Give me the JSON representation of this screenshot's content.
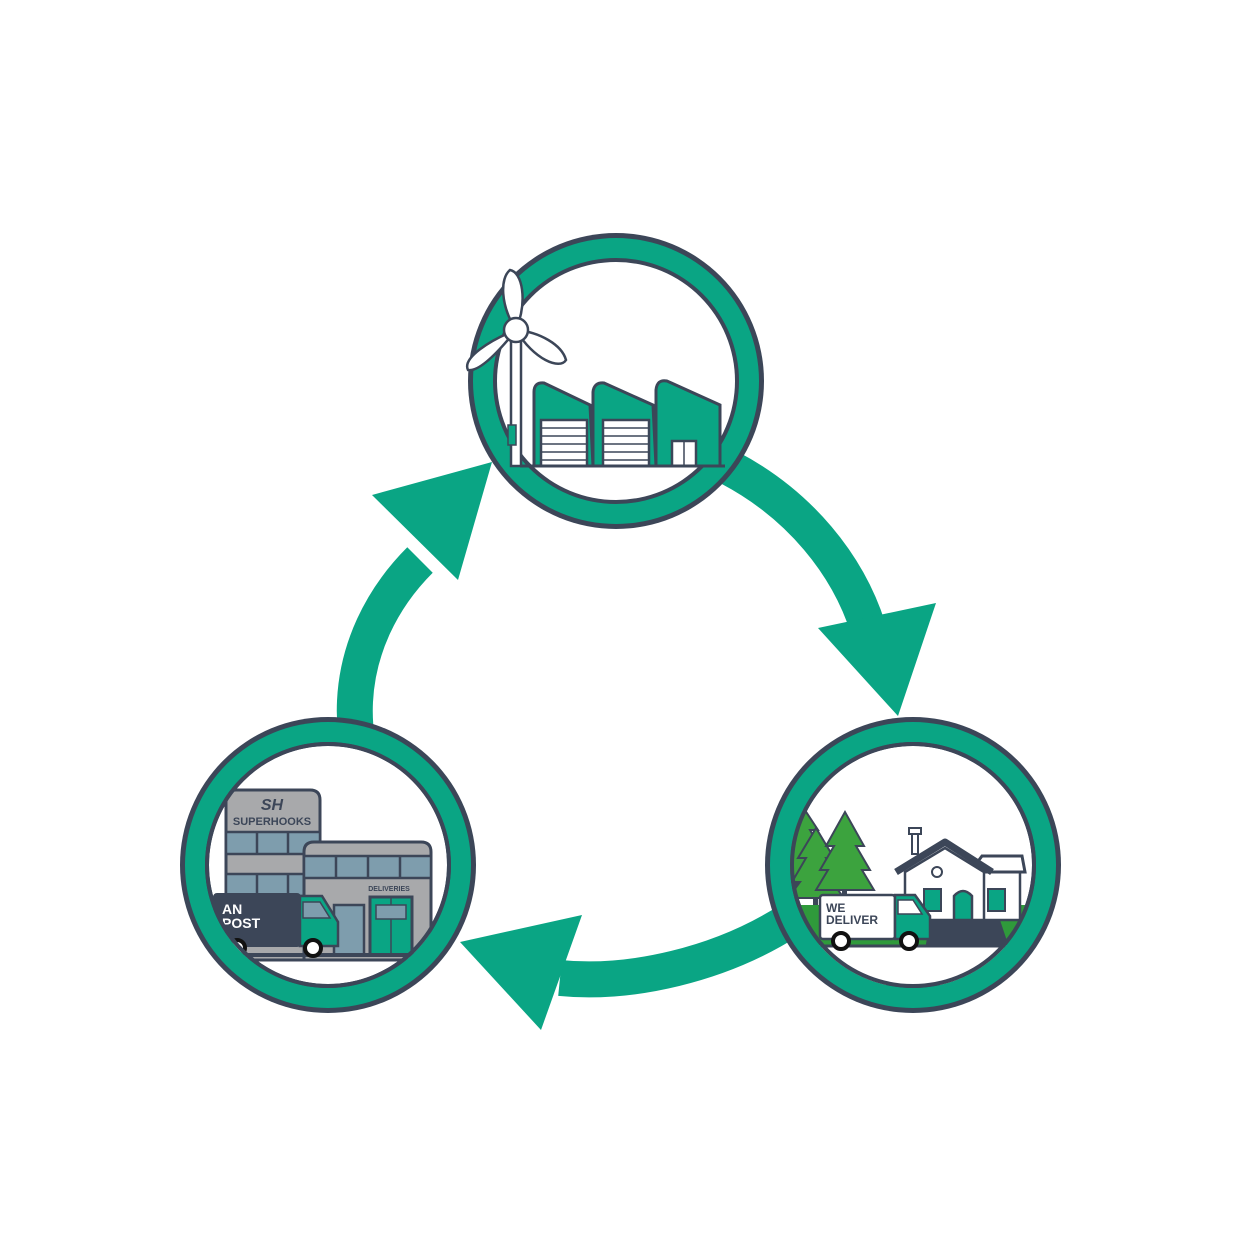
{
  "colors": {
    "green": "#0aa584",
    "navy": "#3c4658",
    "gray": "#a8a9ab",
    "window": "#7e9dad",
    "tree": "#3ca33e",
    "grass": "#2f9a3b",
    "white": "#ffffff"
  },
  "nodes": {
    "factory": {
      "icons": [
        "wind-turbine-icon",
        "factory-icon"
      ]
    },
    "home": {
      "van_label_line1": "WE",
      "van_label_line2": "DELIVER",
      "icons": [
        "tree-icon",
        "house-icon",
        "delivery-van-icon"
      ]
    },
    "warehouse": {
      "building_logo": "SH",
      "building_name": "SUPERHOOKS",
      "dock_sign": "DELIVERIES",
      "van_label_line1": "AN",
      "van_label_line2": "POST",
      "icons": [
        "office-building-icon",
        "warehouse-icon",
        "post-van-icon"
      ]
    }
  },
  "cycle": {
    "direction": "clockwise",
    "order": [
      "factory",
      "home",
      "warehouse"
    ]
  }
}
